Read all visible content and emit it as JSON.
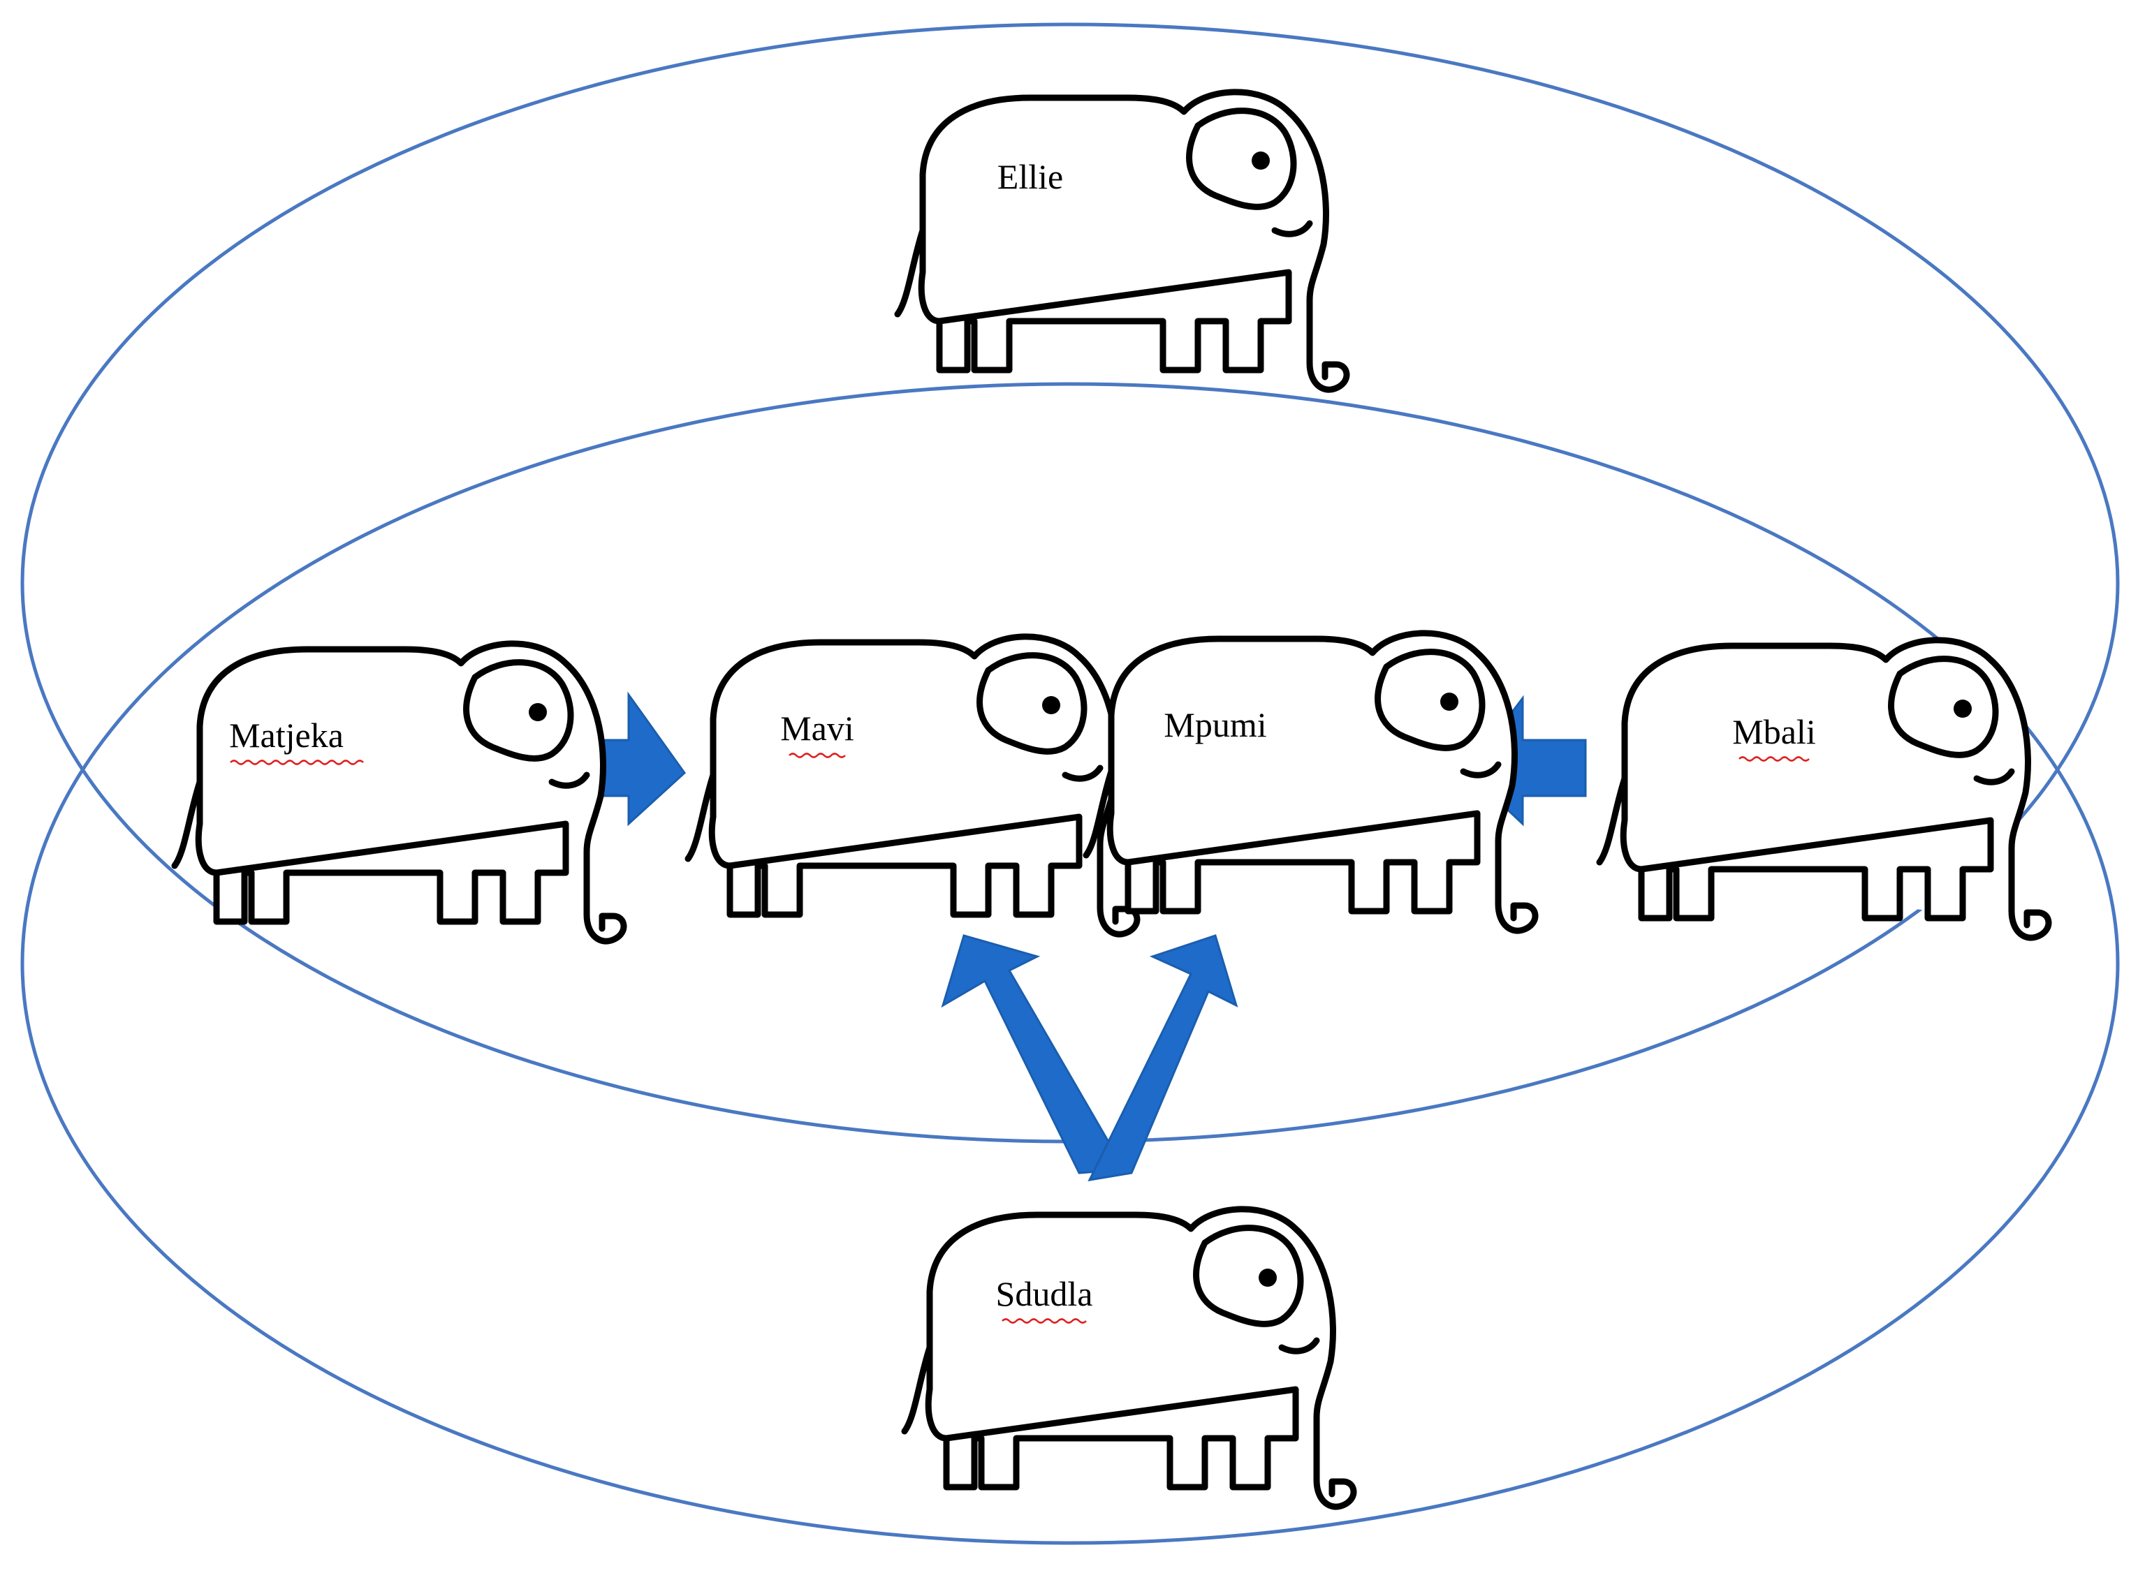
{
  "diagram": {
    "ring_color": "#4a78c2",
    "arrow_color": "#1f6bc9",
    "elephants": [
      {
        "id": "ellie",
        "name": "Ellie",
        "spell_flag": false
      },
      {
        "id": "matjeka",
        "name": "Matjeka",
        "spell_flag": true
      },
      {
        "id": "mavi",
        "name": "Mavi",
        "spell_flag": true
      },
      {
        "id": "mpumi",
        "name": "Mpumi",
        "spell_flag": false
      },
      {
        "id": "mbali",
        "name": "Mbali",
        "spell_flag": true
      },
      {
        "id": "sdudla",
        "name": "Sdudla",
        "spell_flag": true
      }
    ],
    "arrows": [
      {
        "from": "Matjeka",
        "to": "Mavi"
      },
      {
        "from": "Mbali",
        "to": "Mpumi"
      },
      {
        "from": "Sdudla",
        "to": "Mavi"
      },
      {
        "from": "Sdudla",
        "to": "Mpumi"
      }
    ]
  }
}
